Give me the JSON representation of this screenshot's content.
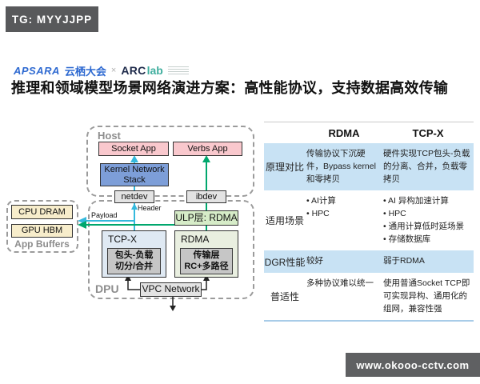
{
  "badges": {
    "top_left": "TG: MYYJJPP",
    "bottom_right": "www.okooo-cctv.com"
  },
  "header": {
    "logo_apsara": "APSARA",
    "logo_yunqi": "云栖大会",
    "logo_separator": "×",
    "logo_arc": "ARC",
    "logo_lab": "lab",
    "title": "推理和领域模型场景网络演进方案：高性能协议，支持数据高效传输"
  },
  "diagram": {
    "host_label": "Host",
    "socket_app": "Socket App",
    "verbs_app": "Verbs App",
    "kernel_stack": "Kernel Network\nStack",
    "netdev": "netdev",
    "ibdev": "ibdev",
    "payload_label": "Payload",
    "header_label": "Header",
    "ulp": "ULP层: RDMA",
    "tcpx_title": "TCP-X",
    "tcpx_inner": "包头-负载\n切分/合并",
    "rdma_title": "RDMA",
    "rdma_inner": "传输层\nRC+多路径",
    "vpc": "VPC Network",
    "dpu_label": "DPU",
    "cpu_dram": "CPU DRAM",
    "gpu_hbm": "GPU HBM",
    "app_buffers_label": "App Buffers",
    "colors": {
      "tcp_flow": "#35b9dd",
      "rdma_flow": "#00a76d"
    }
  },
  "table": {
    "col_rdma": "RDMA",
    "col_tcpx": "TCP-X",
    "rows": [
      {
        "label": "原理对比",
        "rdma": "传输协议下沉硬件，Bypass kernel和零拷贝",
        "tcpx": "硬件实现TCP包头-负载的分离、合并，负载零拷贝"
      },
      {
        "label": "适用场景",
        "rdma": "•  AI计算\n•  HPC",
        "tcpx": "•  AI 异构加速计算\n•  HPC\n•  通用计算低时延场景\n•  存储数据库"
      },
      {
        "label": "DGR性能",
        "rdma": "较好",
        "tcpx": "弱于RDMA"
      },
      {
        "label": "普适性",
        "rdma": "多种协议难以统一",
        "tcpx": "使用普通Socket TCP即可实现异构、通用化的组网，兼容性强"
      }
    ]
  }
}
